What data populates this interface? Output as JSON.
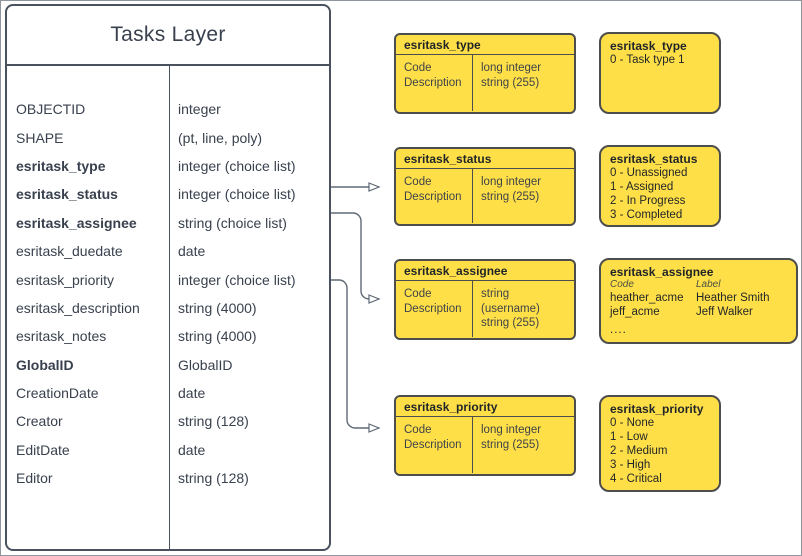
{
  "colors": {
    "page_border": "#8e959d",
    "table_border": "#49525e",
    "box_fill": "#ffdf47",
    "box_border": "#4d4d4d",
    "connector": "#5f6a76",
    "text_dark": "#39414e",
    "text_body": "#3e4349",
    "text_black": "#1f2428"
  },
  "table": {
    "title": "Tasks Layer",
    "fields": [
      {
        "name": "OBJECTID",
        "type": "integer",
        "bold": false
      },
      {
        "name": "SHAPE",
        "type": "(pt, line, poly)",
        "bold": false
      },
      {
        "name": "esritask_type",
        "type": "integer (choice list)",
        "bold": true
      },
      {
        "name": "esritask_status",
        "type": "integer (choice list)",
        "bold": true
      },
      {
        "name": "esritask_assignee",
        "type": "string (choice list)",
        "bold": true
      },
      {
        "name": "esritask_duedate",
        "type": "date",
        "bold": false
      },
      {
        "name": "esritask_priority",
        "type": "integer (choice list)",
        "bold": false
      },
      {
        "name": "esritask_description",
        "type": "string (4000)",
        "bold": false
      },
      {
        "name": "esritask_notes",
        "type": "string (4000)",
        "bold": false
      },
      {
        "name": "GlobalID",
        "type": "GlobalID",
        "bold": true
      },
      {
        "name": "CreationDate",
        "type": "date",
        "bold": false
      },
      {
        "name": "Creator",
        "type": "string (128)",
        "bold": false
      },
      {
        "name": "EditDate",
        "type": "date",
        "bold": false
      },
      {
        "name": "Editor",
        "type": "string (128)",
        "bold": false
      }
    ]
  },
  "schema_boxes": [
    {
      "id": "type",
      "title": "esritask_type",
      "fields": [
        "Code",
        "Description"
      ],
      "types": [
        "long integer",
        "string (255)"
      ]
    },
    {
      "id": "status",
      "title": "esritask_status",
      "fields": [
        "Code",
        "Description"
      ],
      "types": [
        "long integer",
        "string (255)"
      ]
    },
    {
      "id": "assignee",
      "title": "esritask_assignee",
      "fields": [
        "Code",
        "Description"
      ],
      "types": [
        "string (username)",
        "string (255)"
      ]
    },
    {
      "id": "priority",
      "title": "esritask_priority",
      "fields": [
        "Code",
        "Description"
      ],
      "types": [
        "long integer",
        "string (255)"
      ]
    }
  ],
  "value_boxes": [
    {
      "id": "type",
      "title": "esritask_type",
      "lines": [
        "0 - Task type 1"
      ]
    },
    {
      "id": "status",
      "title": "esritask_status",
      "lines": [
        "0 - Unassigned",
        "1 - Assigned",
        "2 - In Progress",
        "3 - Completed"
      ]
    },
    {
      "id": "assignee",
      "title": "esritask_assignee",
      "headers": [
        "Code",
        "Label"
      ],
      "rows": [
        [
          "heather_acme",
          "Heather Smith"
        ],
        [
          "jeff_acme",
          "Jeff Walker"
        ]
      ],
      "more": "...."
    },
    {
      "id": "priority",
      "title": "esritask_priority",
      "lines": [
        "0 - None",
        "1 - Low",
        "2 - Medium",
        "3 - High",
        "4 - Critical"
      ]
    }
  ]
}
